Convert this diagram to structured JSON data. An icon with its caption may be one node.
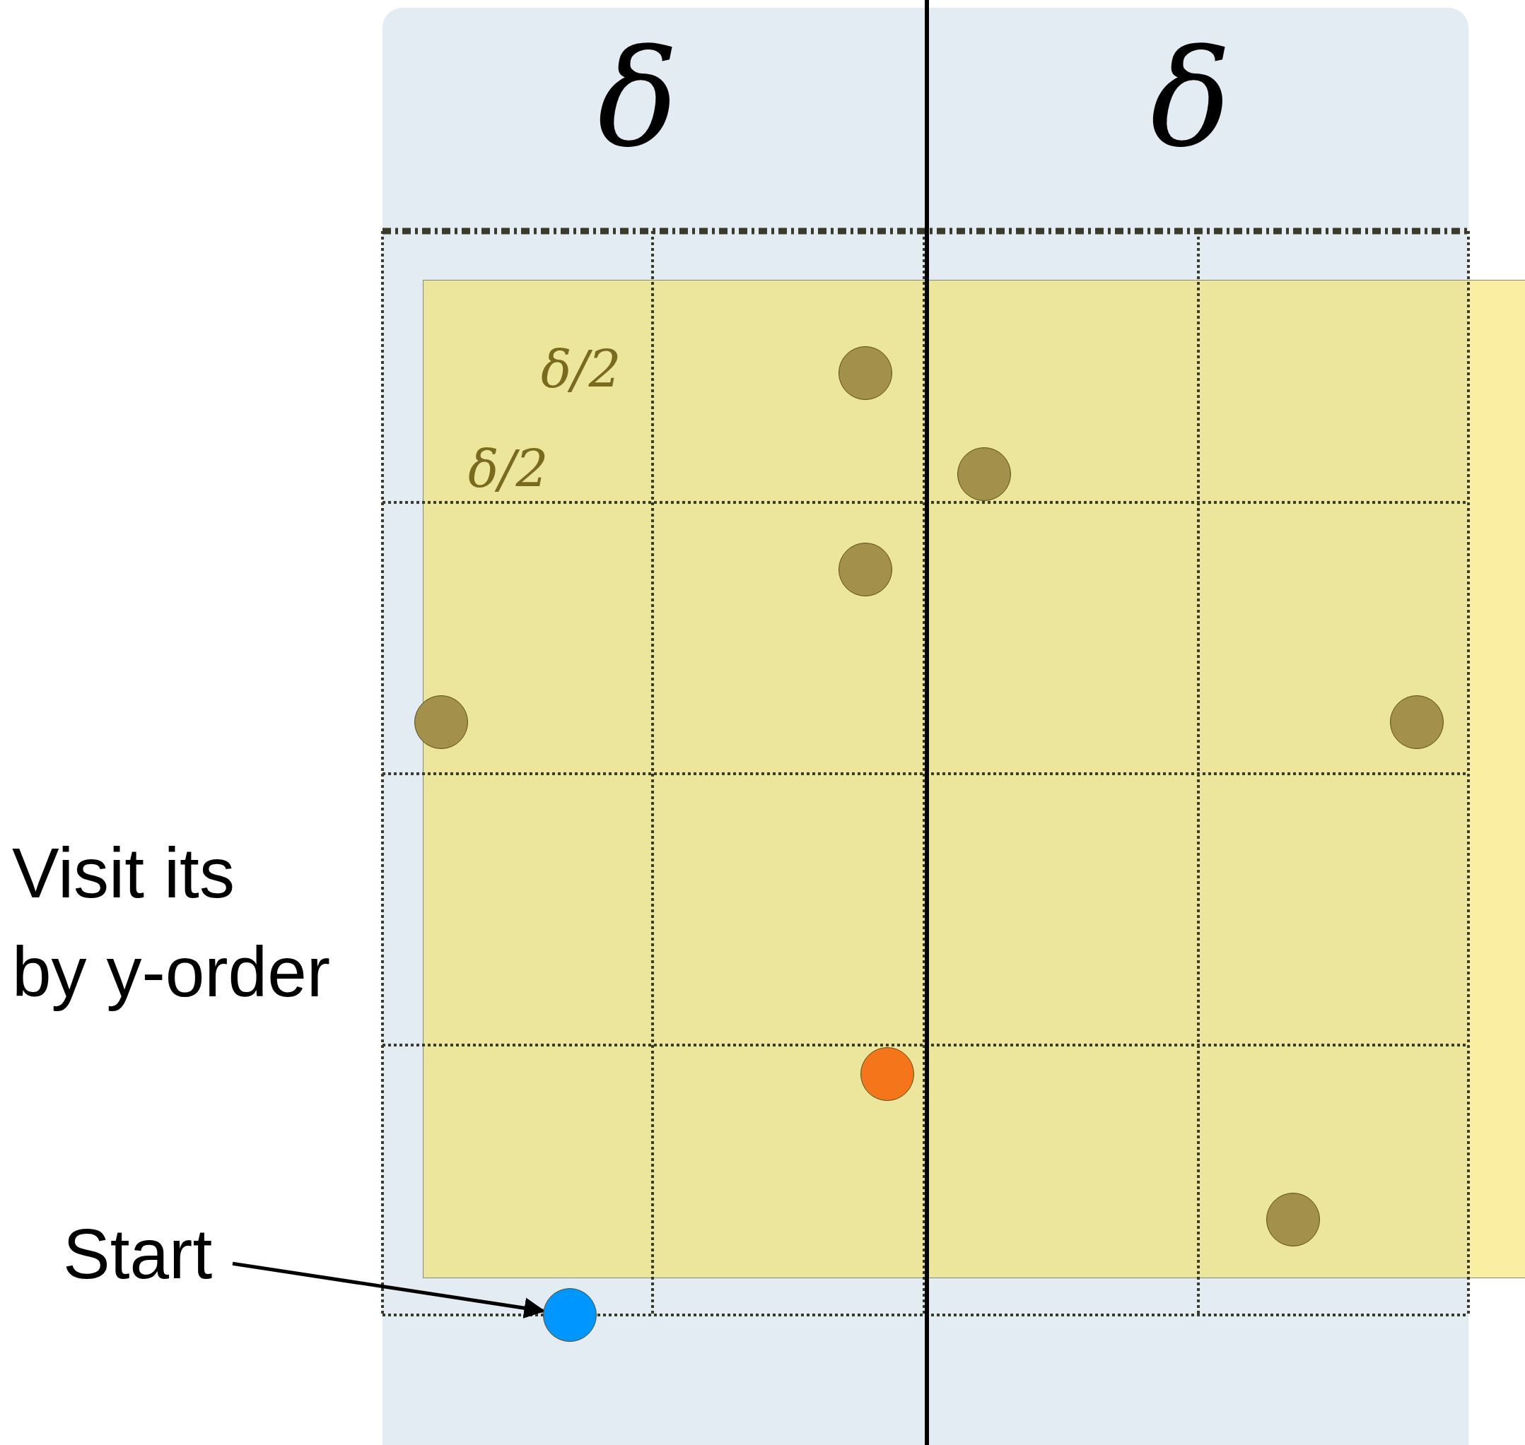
{
  "diagram": {
    "nodes": [
      {
        "text": [],
        "shape": "circle"
      },
      {
        "text": [],
        "shape": "circle"
      },
      {
        "text": [],
        "shape": "circle"
      },
      {
        "text": [],
        "shape": "circle"
      },
      {
        "text": [],
        "shape": "circle"
      },
      {
        "text": [],
        "shape": "circle"
      },
      {
        "text": [],
        "shape": "circle"
      },
      {
        "text": [
          "Start"
        ]
      },
      {
        "text": [],
        "shape": "circle"
      }
    ],
    "edges": [
      {
        "from": 7,
        "to": 8,
        "arrow": "to"
      }
    ],
    "labels": [
      "δ",
      "δ",
      "δ/2",
      "δ/2",
      "Visit its by y-order"
    ]
  }
}
